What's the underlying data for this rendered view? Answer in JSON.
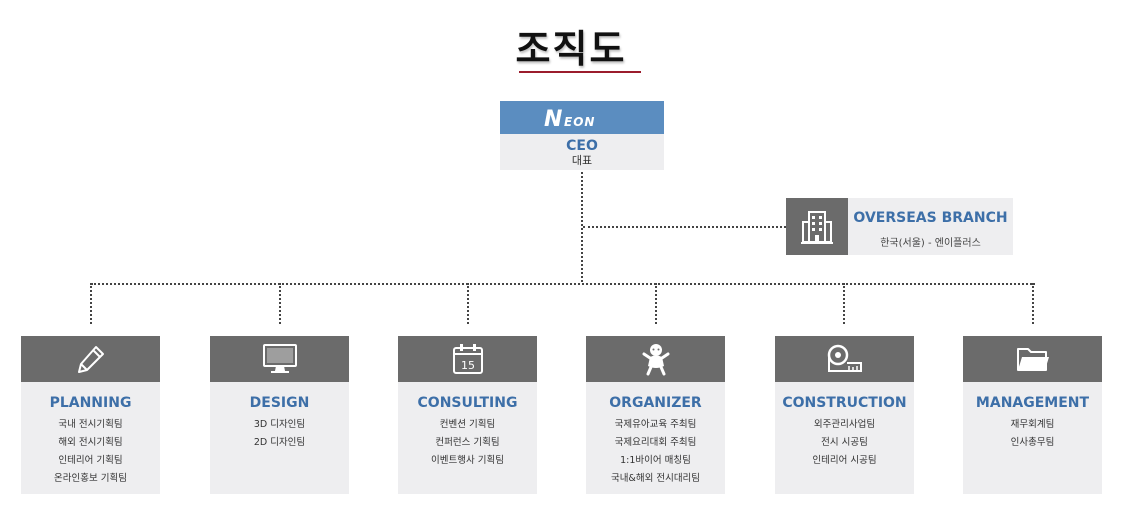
{
  "title": "조직도",
  "ceo": {
    "logo_text": "NEON",
    "title_en": "CEO",
    "title_ko": "대표"
  },
  "overseas_branch": {
    "name": "OVERSEAS BRANCH",
    "detail": "한국(서울) - 엔이플러스",
    "icon": "building-icon"
  },
  "departments": [
    {
      "name": "PLANNING",
      "icon": "pencil-icon",
      "items": [
        "국내 전시기획팀",
        "해외 전시기획팀",
        "인테리어 기획팀",
        "온라인홍보 기획팀"
      ]
    },
    {
      "name": "DESIGN",
      "icon": "monitor-icon",
      "items": [
        "3D 디자인팀",
        "2D 디자인팀"
      ]
    },
    {
      "name": "CONSULTING",
      "icon": "calendar-icon",
      "icon_text": "15",
      "items": [
        "컨벤션 기획팀",
        "컨퍼런스 기획팀",
        "이벤트행사 기획팀"
      ]
    },
    {
      "name": "ORGANIZER",
      "icon": "baby-icon",
      "items": [
        "국제유아교육 주최팀",
        "국제요리대회 주최팀",
        "1:1바이어 매칭팀",
        "국내&해외 전시대리팀"
      ]
    },
    {
      "name": "CONSTRUCTION",
      "icon": "tape-measure-icon",
      "items": [
        "외주관리사업팀",
        "전시 시공팀",
        "인테리어 시공팀"
      ]
    },
    {
      "name": "MANAGEMENT",
      "icon": "folder-icon",
      "items": [
        "재무회계팀",
        "인사총무팀"
      ]
    }
  ],
  "colors": {
    "accent_blue": "#3d6fa8",
    "logo_bg": "#5b8dc0",
    "icon_bg": "#6b6b6b",
    "panel_bg": "#eeeef0",
    "title_rule": "#9b1c2c"
  }
}
